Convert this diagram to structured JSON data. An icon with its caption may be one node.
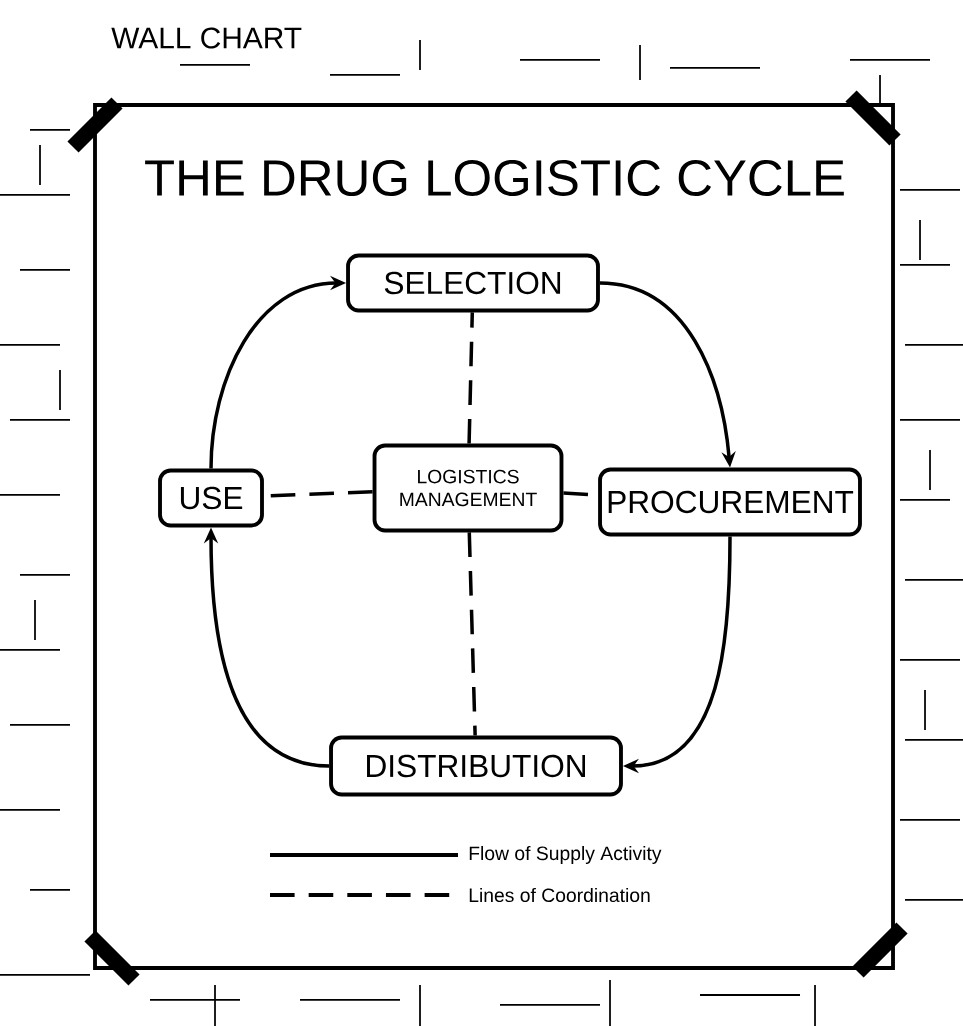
{
  "diagram": {
    "title": "THE DRUG LOGISTIC CYCLE",
    "nodes": [
      {
        "text": [
          "SELECTION"
        ]
      },
      {
        "text": [
          "USE"
        ]
      },
      {
        "text": [
          "LOGISTICS MANAGEMENT"
        ]
      },
      {
        "text": [
          "PROCUREMENT"
        ]
      },
      {
        "text": [
          "DISTRIBUTION"
        ]
      }
    ],
    "edges": [
      {
        "from": 0,
        "to": 3,
        "arrow": "to"
      },
      {
        "from": 3,
        "to": 4,
        "arrow": "to"
      },
      {
        "from": 4,
        "to": 1,
        "arrow": "to"
      },
      {
        "from": 1,
        "to": 0,
        "arrow": "to"
      },
      {
        "from": 2,
        "to": 0,
        "arrow": "none",
        "style": "dashed"
      },
      {
        "from": 2,
        "to": 1,
        "arrow": "none",
        "style": "dashed"
      },
      {
        "from": 2,
        "to": 3,
        "arrow": "none",
        "style": "dashed"
      },
      {
        "from": 2,
        "to": 4,
        "arrow": "none",
        "style": "dashed"
      }
    ],
    "labels": [
      "WALL CHART"
    ],
    "legend": [
      {
        "text": "Flow of Supply Activity"
      },
      {
        "text": "Lines of Coordination"
      }
    ]
  }
}
